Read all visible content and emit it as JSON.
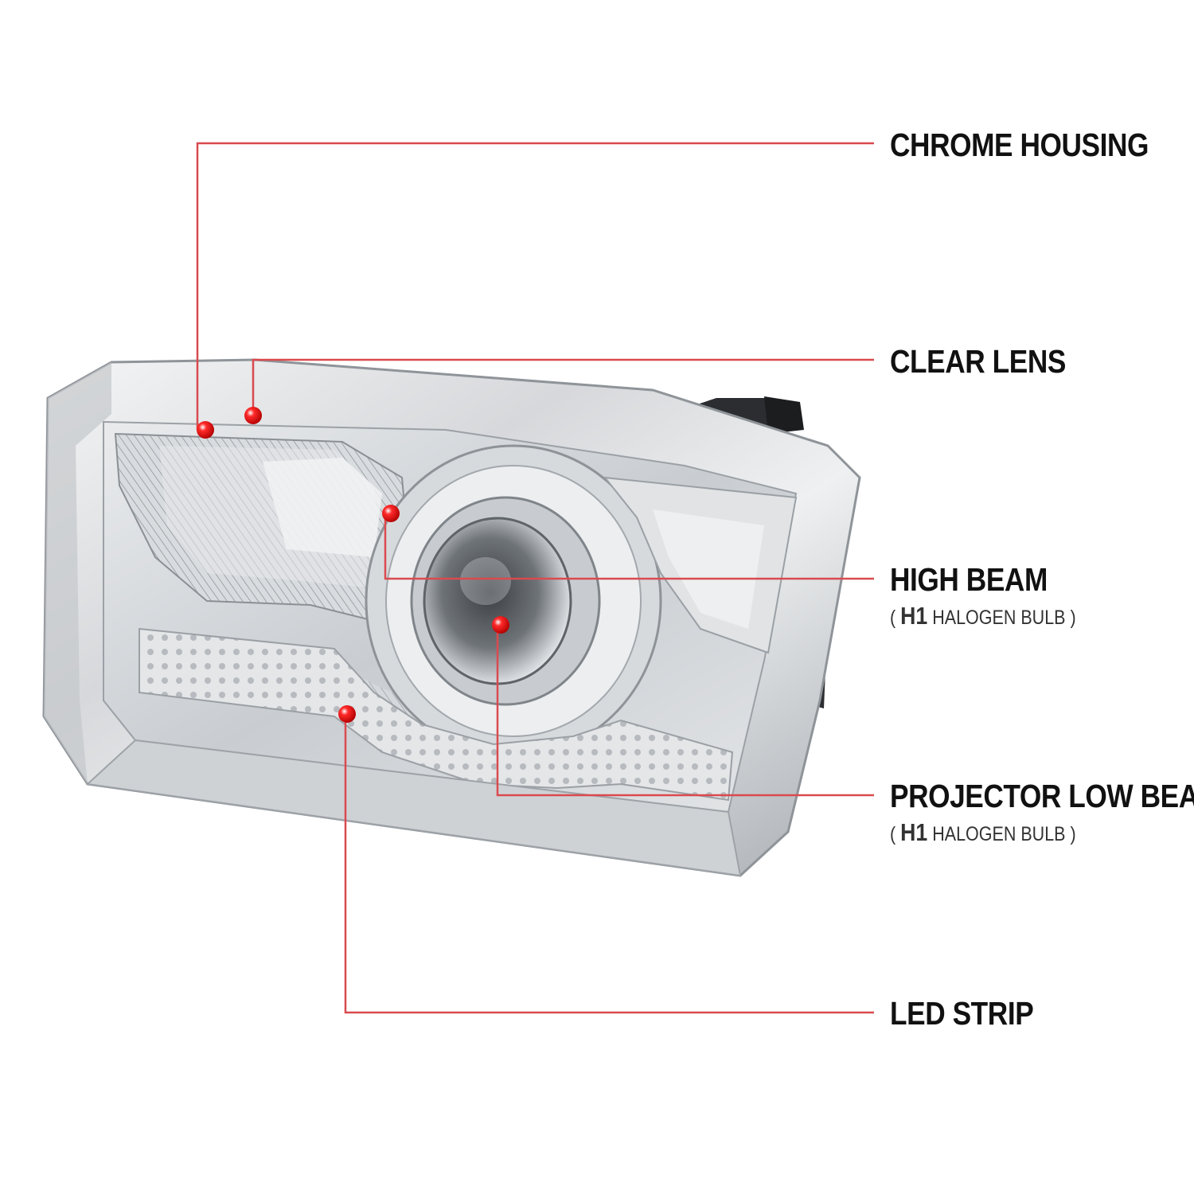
{
  "callouts": [
    {
      "id": "chrome-housing",
      "label": "CHROME HOUSING"
    },
    {
      "id": "clear-lens",
      "label": "CLEAR LENS"
    },
    {
      "id": "high-beam",
      "label": "HIGH BEAM",
      "sub_open": "(",
      "sub_code": "H1",
      "sub_text": "HALOGEN BULB",
      "sub_close": ")"
    },
    {
      "id": "projector-low-beam",
      "label": "PROJECTOR LOW BEAM",
      "sub_open": "(",
      "sub_code": "H1",
      "sub_text": "HALOGEN BULB",
      "sub_close": ")"
    },
    {
      "id": "led-strip",
      "label": "LED STRIP"
    }
  ],
  "colors": {
    "leader_line": "#d94a4f",
    "marker": "#e00000",
    "label_text": "#111111"
  }
}
